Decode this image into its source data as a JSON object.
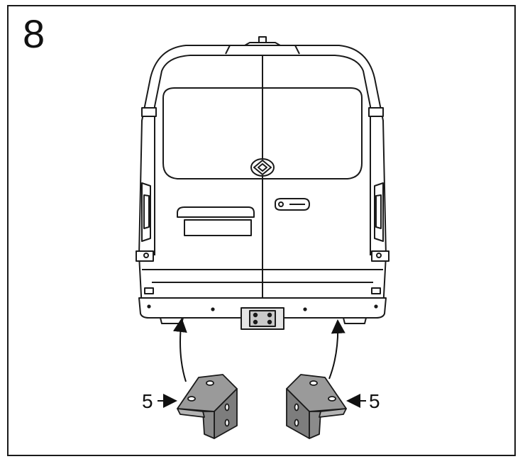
{
  "step_number": "8",
  "callouts": {
    "left_part": "5",
    "right_part": "5"
  },
  "icons": [
    "van-rear-view",
    "mounting-bracket",
    "curved-arrow",
    "pointer-arrow",
    "brand-logo"
  ]
}
